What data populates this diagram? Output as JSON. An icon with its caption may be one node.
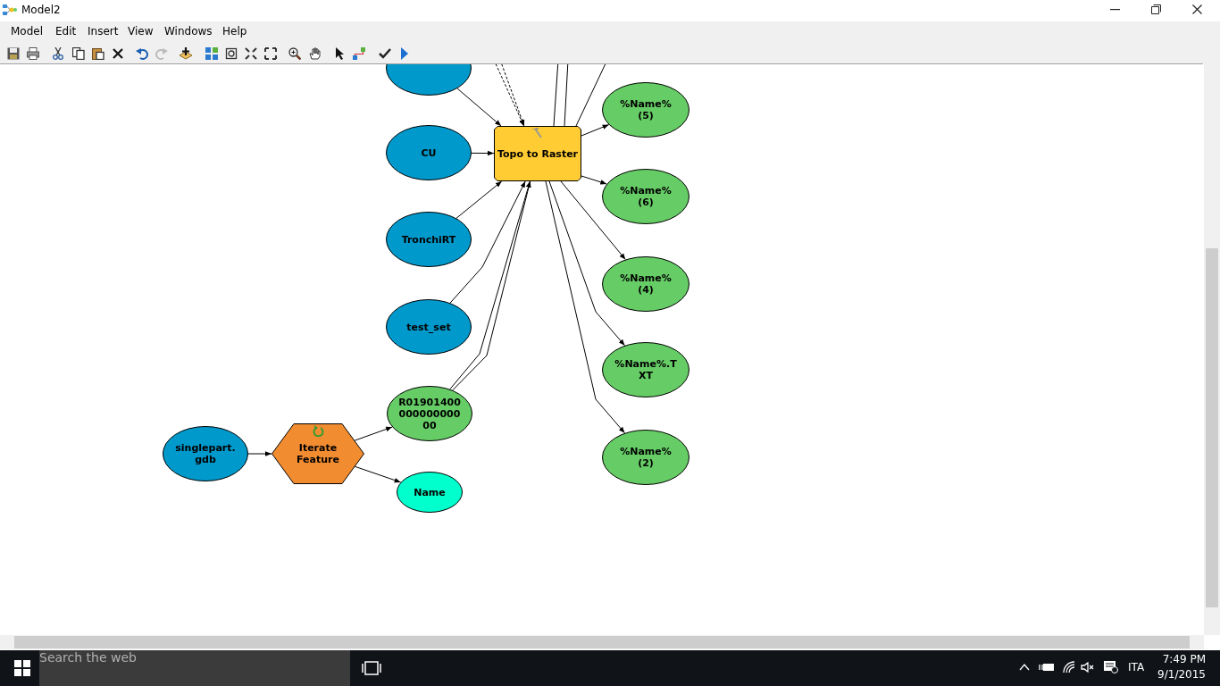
{
  "diagram": {
    "title": "Model2",
    "nodes": [
      {
        "text": [],
        "shape": "circle"
      },
      {
        "text": [
          "CU"
        ]
      },
      {
        "text": [
          "TronchiRT"
        ]
      },
      {
        "text": [
          "test_set"
        ]
      },
      {
        "text": [
          "R0190140000000000000"
        ]
      },
      {
        "text": [
          "singlepart.gdb"
        ]
      },
      {
        "text": [
          "Iterate Feature"
        ]
      },
      {
        "text": [
          "Name"
        ]
      },
      {
        "text": [
          "Topo to Raster"
        ]
      },
      {
        "text": [
          "%Name% (5)"
        ]
      },
      {
        "text": [
          "%Name% (6)"
        ]
      },
      {
        "text": [
          "%Name% (4)"
        ]
      },
      {
        "text": [
          "%Name%.TXT"
        ]
      },
      {
        "text": [
          "%Name% (2)"
        ]
      }
    ],
    "edges": [
      {
        "from": 0,
        "to": 8,
        "arrow": "to"
      },
      {
        "from": 1,
        "to": 8,
        "arrow": "to"
      },
      {
        "from": 2,
        "to": 8,
        "arrow": "to"
      },
      {
        "from": 3,
        "to": 8,
        "arrow": "to"
      },
      {
        "from": 4,
        "to": 8,
        "arrow": "to"
      },
      {
        "from": 4,
        "to": 8,
        "arrow": "to"
      },
      {
        "from": null,
        "to": 8,
        "arrow": "to",
        "style": "dashed"
      },
      {
        "from": null,
        "to": 8,
        "arrow": "to",
        "style": "dashed"
      },
      {
        "from": 8,
        "to": null,
        "arrow": "none"
      },
      {
        "from": 8,
        "to": null,
        "arrow": "none"
      },
      {
        "from": 8,
        "to": null,
        "arrow": "none"
      },
      {
        "from": 8,
        "to": 9,
        "arrow": "to"
      },
      {
        "from": 8,
        "to": 10,
        "arrow": "to"
      },
      {
        "from": 8,
        "to": 11,
        "arrow": "to"
      },
      {
        "from": 8,
        "to": 12,
        "arrow": "to"
      },
      {
        "from": 8,
        "to": 13,
        "arrow": "to"
      },
      {
        "from": 5,
        "to": 6,
        "arrow": "to"
      },
      {
        "from": 6,
        "to": 4,
        "arrow": "to"
      },
      {
        "from": 6,
        "to": 7,
        "arrow": "to"
      }
    ],
    "labels": [
      "Model",
      "Edit",
      "Insert",
      "View",
      "Windows",
      "Help",
      "Search the web",
      "ITA",
      "7:49 PM",
      "9/1/2015"
    ]
  }
}
